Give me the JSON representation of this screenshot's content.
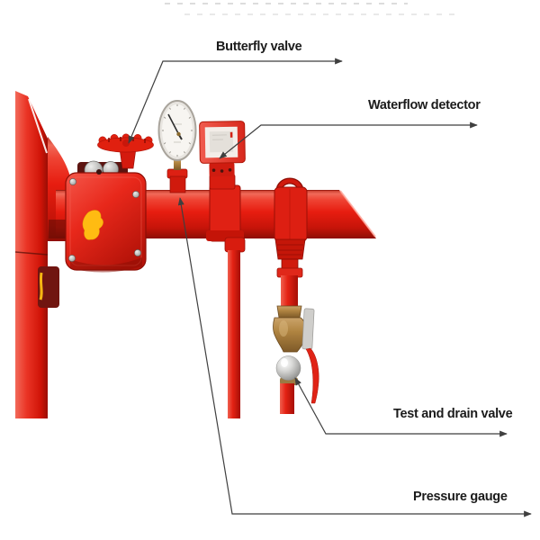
{
  "labels": {
    "butterfly_valve": "Butterfly valve",
    "waterflow_detector": "Waterflow detector",
    "test_and_drain_valve": "Test and drain valve",
    "pressure_gauge": "Pressure gauge"
  },
  "colors": {
    "pipe_red": "#e71d10",
    "dark_red": "#8e0e05",
    "brass": "#b08441",
    "chrome_silver": "#c9c9c7",
    "tag_yellow": "#ffbb12",
    "label_text": "#1b1b1b",
    "leader_line": "#3f3f3f",
    "background": "#ffffff"
  }
}
